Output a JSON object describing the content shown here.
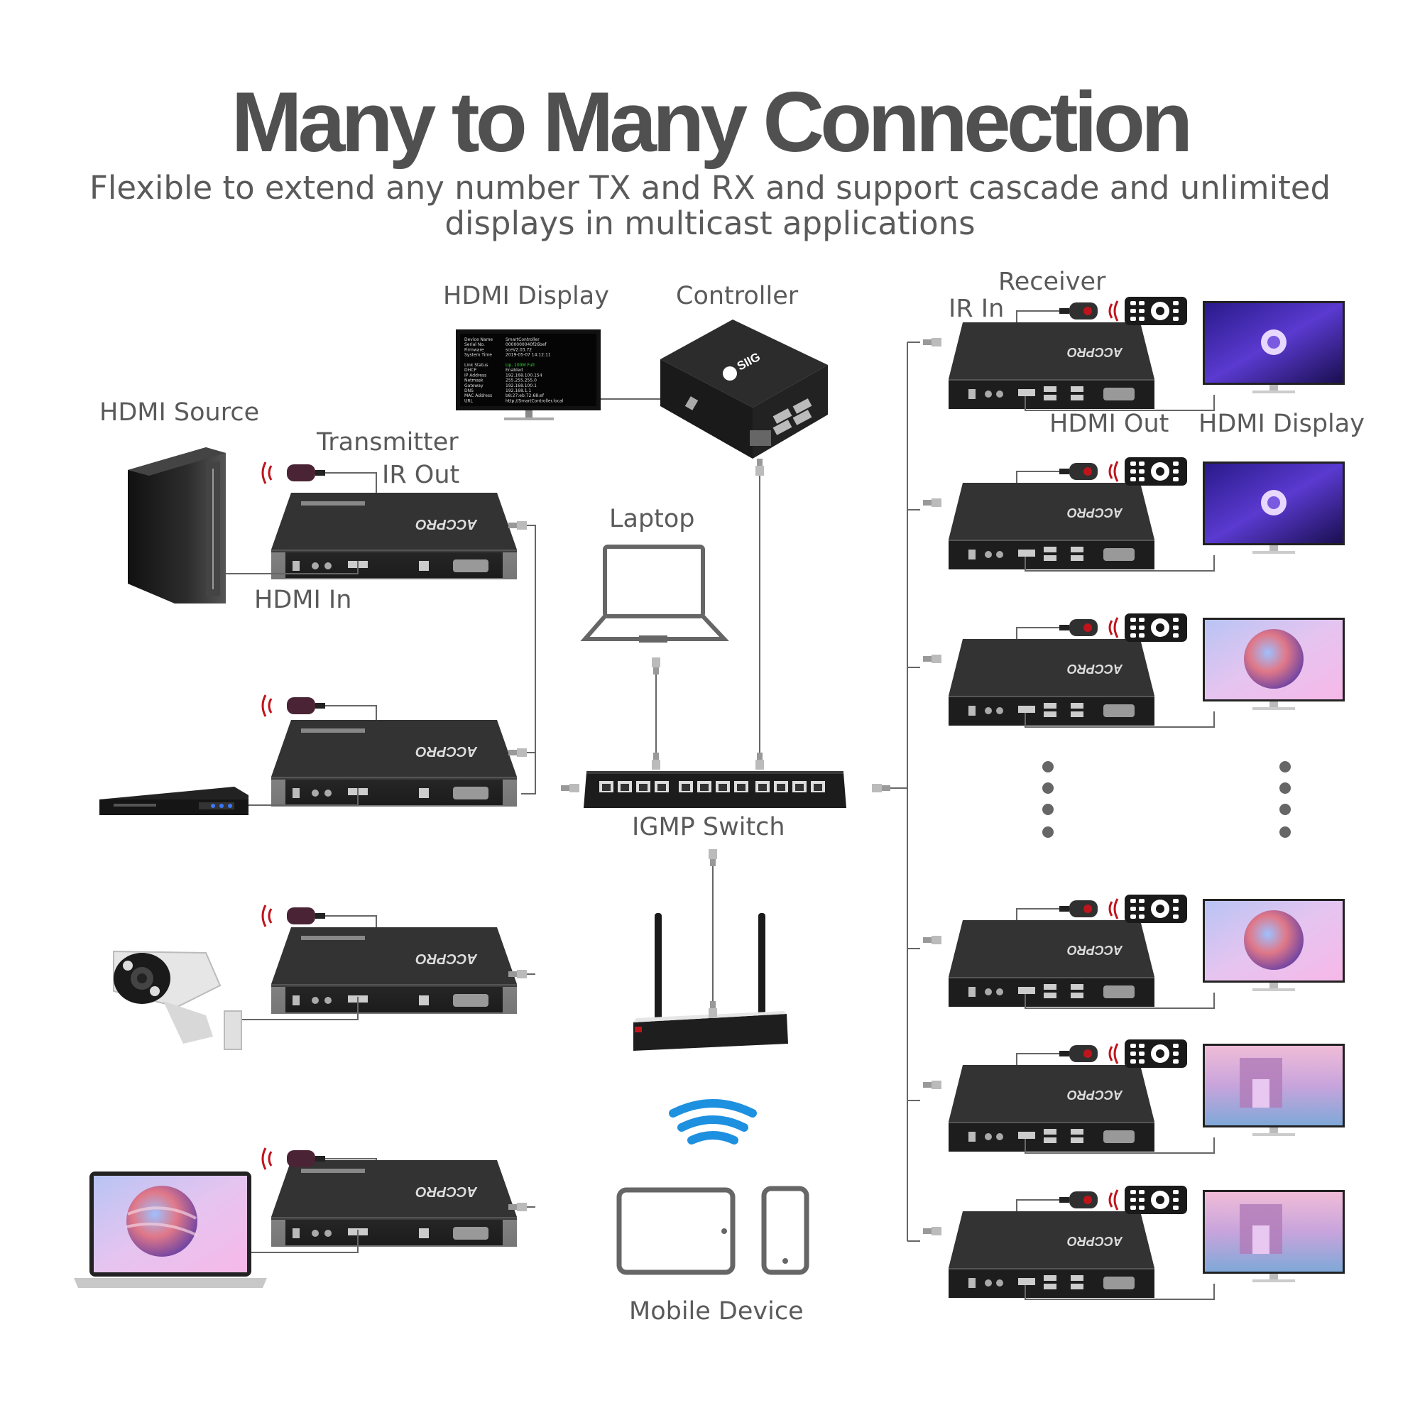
{
  "title": "Many to Many Connection",
  "subtitle_line1": "Flexible to extend any number TX and RX and support cascade and unlimited",
  "subtitle_line2": "displays in multicast applications",
  "labels": {
    "hdmi_source": "HDMI Source",
    "transmitter": "Transmitter",
    "ir_out": "IR Out",
    "hdmi_in": "HDMI In",
    "hdmi_display_top": "HDMI Display",
    "controller": "Controller",
    "laptop": "Laptop",
    "igmp_switch": "IGMP Switch",
    "mobile_device": "Mobile Device",
    "receiver": "Receiver",
    "ir_in": "IR In",
    "hdmi_out": "HDMI Out",
    "hdmi_display_right": "HDMI Display"
  },
  "controller_screen": {
    "rows": [
      [
        "Device Name",
        "SmartController"
      ],
      [
        "Serial No.",
        "0000000040f26bef"
      ],
      [
        "Firmware",
        "sceV2.03.72"
      ],
      [
        "System Time",
        "2019-05-07 14:12:11"
      ],
      [
        "",
        ""
      ],
      [
        "Link Status",
        "Up, 100M Full"
      ],
      [
        "DHCP",
        "Enabled"
      ],
      [
        "IP Address",
        "192.168.100.154"
      ],
      [
        "Netmask",
        "255.255.255.0"
      ],
      [
        "Gateway",
        "192.168.100.1"
      ],
      [
        "DNS",
        "192.168.1.1"
      ],
      [
        "MAC Address",
        "b8:27:eb:72:68:ef"
      ],
      [
        "URL",
        "http://SmartController.local"
      ]
    ]
  },
  "controller_brand": "SIIG",
  "unit_brand": "ACCPRO",
  "colors": {
    "text": "#5a5a5a",
    "title": "#505050",
    "device": "#2a2a2a",
    "ir_red": "#c0141c",
    "wifi_blue": "#1e90e0",
    "link_status_green": "#33dd33"
  }
}
